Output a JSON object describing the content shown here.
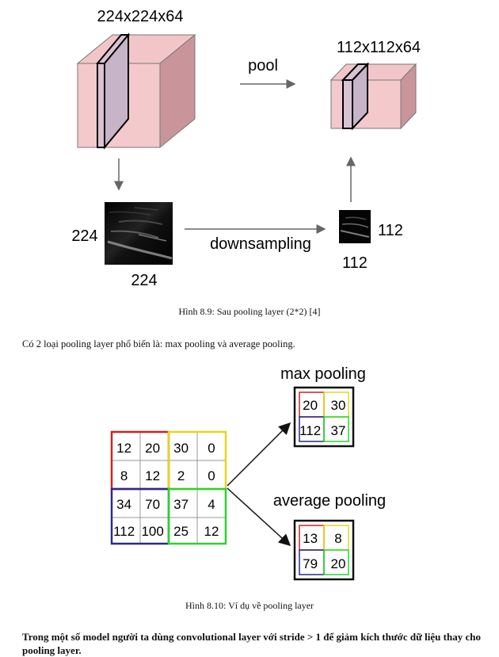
{
  "figure1": {
    "input_volume_label": "224x224x64",
    "output_volume_label": "112x112x64",
    "pool_label": "pool",
    "downsampling_label": "downsampling",
    "input_map_height_label": "224",
    "input_map_width_label": "224",
    "output_map_height_label": "112",
    "output_map_width_label": "112",
    "caption": "Hình 8.9: Sau pooling layer (2*2) [4]"
  },
  "intro_text": "Có 2 loại pooling layer phổ biến là: max pooling và average pooling.",
  "figure2": {
    "input_grid": [
      [
        "12",
        "20",
        "30",
        "0"
      ],
      [
        "8",
        "12",
        "2",
        "0"
      ],
      [
        "34",
        "70",
        "37",
        "4"
      ],
      [
        "112",
        "100",
        "25",
        "12"
      ]
    ],
    "max_pooling_title": "max pooling",
    "max_pooling_grid": [
      [
        "20",
        "30"
      ],
      [
        "112",
        "37"
      ]
    ],
    "average_pooling_title": "average pooling",
    "average_pooling_grid": [
      [
        "13",
        "8"
      ],
      [
        "79",
        "20"
      ]
    ],
    "quadrant_colors": {
      "top_left": "#cc2222",
      "top_right": "#e8d51a",
      "bottom_left": "#2a2a8a",
      "bottom_right": "#2bd42b"
    },
    "caption": "Hình 8.10: Ví dụ về pooling layer"
  },
  "closing_text": "Trong một số model người ta dùng convolutional layer với stride > 1 để giảm kích thước dữ liệu thay cho pooling layer."
}
